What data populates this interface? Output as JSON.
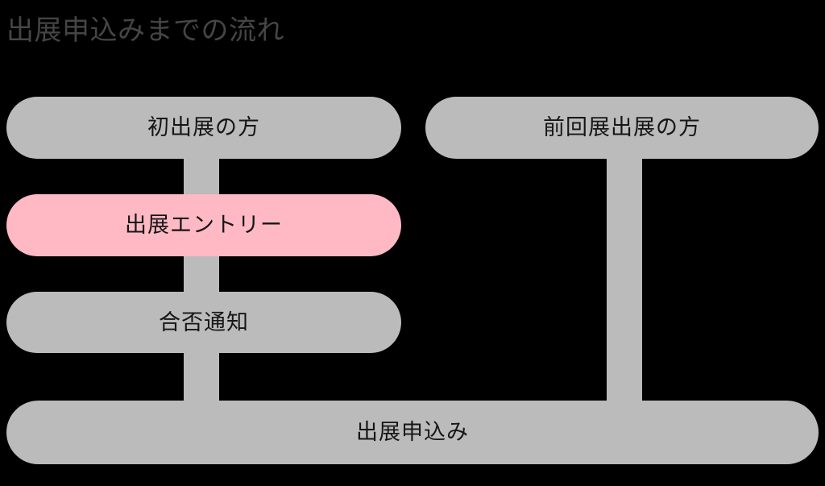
{
  "diagram": {
    "title": "出展申込みまでの流れ",
    "background_color": "#000000",
    "node_color": "#bbbbbb",
    "accent_color": "#ffb9c5",
    "title_color": "#454545",
    "label_color": "#161616",
    "nodes": [
      {
        "id": "first",
        "label": "初出展の方",
        "column": "left",
        "highlight": false
      },
      {
        "id": "returning",
        "label": "前回展出展の方",
        "column": "right",
        "highlight": false
      },
      {
        "id": "entry",
        "label": "出展エントリー",
        "column": "left",
        "highlight": true
      },
      {
        "id": "result",
        "label": "合否通知",
        "column": "left",
        "highlight": false
      },
      {
        "id": "application",
        "label": "出展申込み",
        "column": "full",
        "highlight": false
      }
    ],
    "connectors": [
      {
        "id": "first-to-entry",
        "from": "first",
        "to": "entry"
      },
      {
        "id": "entry-to-result",
        "from": "entry",
        "to": "result"
      },
      {
        "id": "result-to-bottom",
        "from": "result",
        "to": "application"
      },
      {
        "id": "returning-to-bottom",
        "from": "returning",
        "to": "application"
      }
    ]
  }
}
